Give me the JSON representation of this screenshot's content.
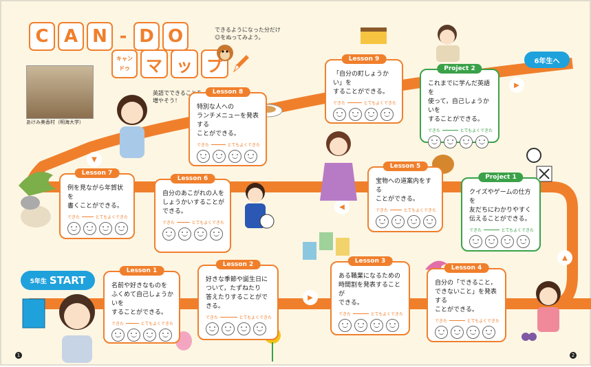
{
  "title": {
    "letters": [
      "C",
      "A",
      "N",
      "D",
      "O"
    ],
    "dash": "-",
    "ruby": [
      "キャン",
      "ドゥ"
    ],
    "katakana": [
      "マ",
      "ッ",
      "プ"
    ]
  },
  "header_note": "できるようになった分だけ\n☺をぬってみよう。",
  "photo_caption": "あけみ美香村（明海大学）",
  "speech_bubble": "英語でできることを\n増やそう！",
  "start_label": {
    "grade": "5年生",
    "word": "START"
  },
  "next_label": "6年生へ",
  "scale": {
    "low": "できた",
    "high": "とてもよくできた"
  },
  "lessons": [
    {
      "tag": "Lesson 1",
      "text": "名前や好きなものを\nふくめて自己しょうかいを\nすることができる。"
    },
    {
      "tag": "Lesson 2",
      "text": "好きな季節や誕生日に\nついて，たずねたり\n答えたりすることができる。"
    },
    {
      "tag": "Lesson 3",
      "text": "ある職業になるための\n時間割を発表することが\nできる。"
    },
    {
      "tag": "Lesson 4",
      "text": "自分の「できること，\nできないこと」を発表する\nことができる。"
    },
    {
      "tag": "Project 1",
      "text": "クイズやゲームの仕方を\n友だちにわかりやすく\n伝えることができる。"
    },
    {
      "tag": "Lesson 5",
      "text": "宝物への道案内をする\nことができる。"
    },
    {
      "tag": "Lesson 6",
      "text": "自分のあこがれの人を\nしょうかいすることが\nできる。"
    },
    {
      "tag": "Lesson 7",
      "text": "例を見ながら年賀状を\n書くことができる。"
    },
    {
      "tag": "Lesson 8",
      "text": "特別な人への\nランチメニューを発表する\nことができる。"
    },
    {
      "tag": "Lesson 9",
      "text": "「自分の町しょうかい」を\nすることができる。"
    },
    {
      "tag": "Project 2",
      "text": "これまでに学んだ英語を\n使って，自己しょうかいを\nすることができる。"
    }
  ],
  "page_numbers": [
    "1",
    "2"
  ],
  "colors": {
    "accent": "#f07f2c",
    "green": "#3aa148",
    "blue": "#1fa1dc",
    "background": "#fdf6e3"
  }
}
